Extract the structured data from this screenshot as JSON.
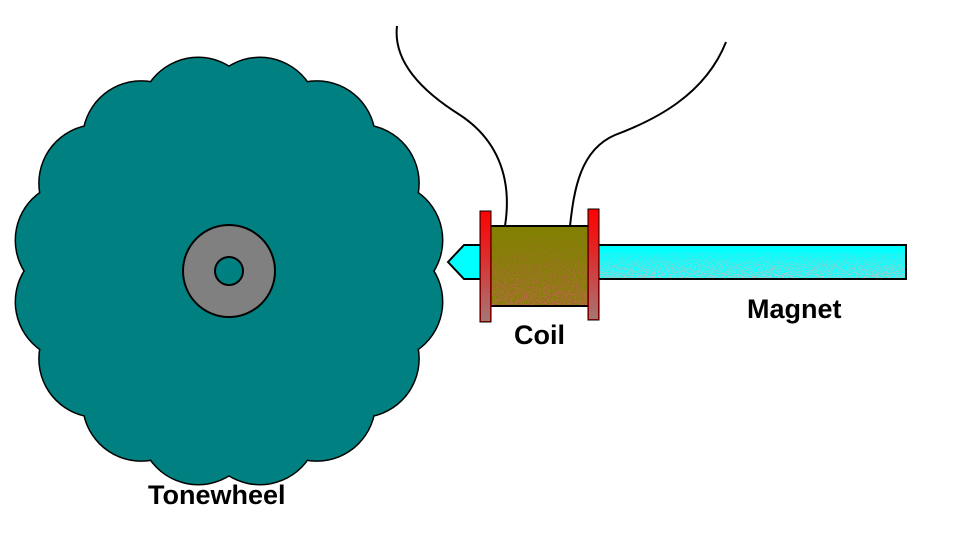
{
  "labels": {
    "tonewheel": "Tonewheel",
    "coil": "Coil",
    "magnet": "Magnet"
  },
  "colors": {
    "tonewheel": "#008080",
    "hub": "#808080",
    "coil": "#808000",
    "coil_shading": "#a02020",
    "flange": "#ff0000",
    "magnet": "#00ffff",
    "wire": "#000000",
    "background": "#ffffff"
  }
}
